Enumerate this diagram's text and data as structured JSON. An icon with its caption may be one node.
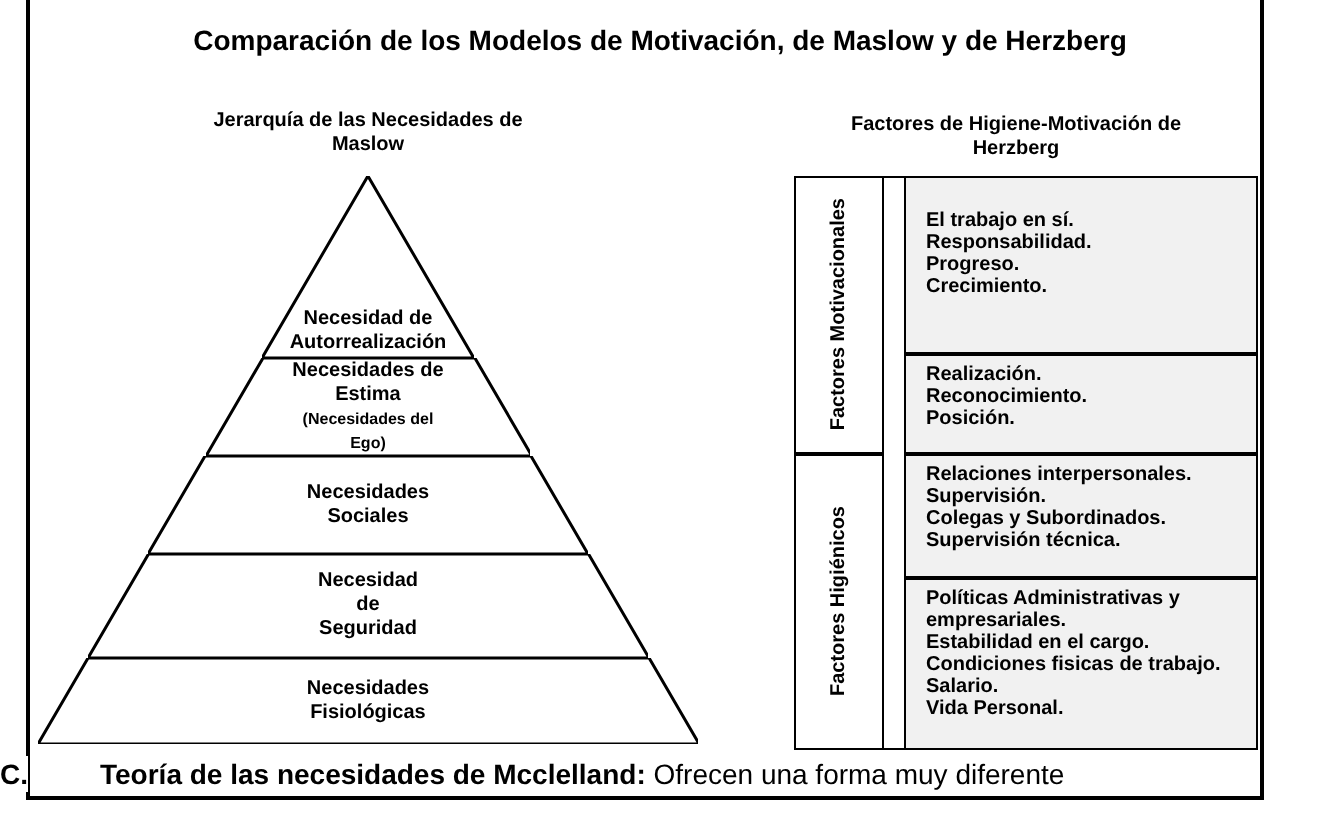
{
  "diagram": {
    "title": "Comparación de los Modelos de Motivación, de Maslow y de Herzberg",
    "nodes": [
      {
        "text": [
          "Necesidad de Autorrealización"
        ]
      },
      {
        "text": [
          "Necesidades de Estima",
          "(Necesidades del Ego)"
        ]
      },
      {
        "text": [
          "Necesidades Sociales"
        ]
      },
      {
        "text": [
          "Necesidad de Seguridad"
        ]
      },
      {
        "text": [
          "Necesidades Fisiológicas"
        ]
      },
      {
        "text": [
          "Factores Motivacionales"
        ]
      },
      {
        "text": [
          "El trabajo en sí.",
          "Responsabilidad.",
          "Progreso.",
          "Crecimiento."
        ]
      },
      {
        "text": [
          "Realización.",
          "Reconocimiento.",
          "Posición."
        ]
      },
      {
        "text": [
          "Factores Higiénicos"
        ]
      },
      {
        "text": [
          "Relaciones interpersonales.",
          "Supervisión.",
          "Colegas y Subordinados.",
          "Supervisión técnica."
        ]
      },
      {
        "text": [
          "Políticas Administrativas y empresariales.",
          "Estabilidad en el cargo.",
          "Condiciones fisicas de trabajo.",
          "Salario.",
          "Vida Personal."
        ]
      }
    ],
    "labels": [
      "Jerarquía de las Necesidades de Maslow",
      "Factores de Higiene-Motivación de Herzberg",
      "C.",
      "**Teoría de las necesidades de Mcclelland:** Ofrecen una forma muy diferente"
    ]
  }
}
